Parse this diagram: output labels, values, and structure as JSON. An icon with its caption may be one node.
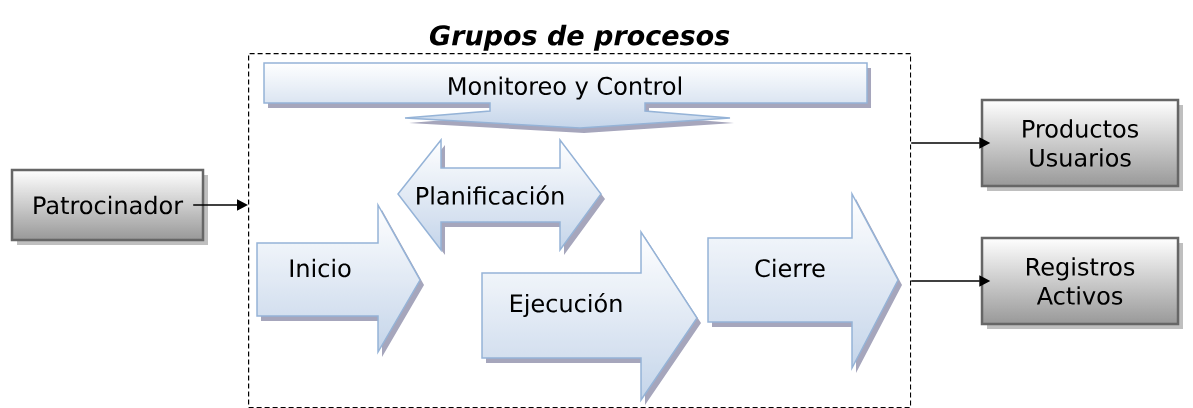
{
  "diagram": {
    "nodes": [
      {
        "text": [
          "Patrocinador"
        ]
      },
      {
        "text": [
          "Grupos de procesos"
        ]
      },
      {
        "text": [
          "Monitoreo y Control"
        ],
        "in": 1
      },
      {
        "text": [
          "Planificación"
        ],
        "in": 1
      },
      {
        "text": [
          "Inicio"
        ],
        "in": 1
      },
      {
        "text": [
          "Ejecución"
        ],
        "in": 1
      },
      {
        "text": [
          "Cierre"
        ],
        "in": 1
      },
      {
        "text": [
          "Productos Usuarios"
        ]
      },
      {
        "text": [
          "Registros Activos"
        ]
      }
    ],
    "edges": [
      {
        "from": 0,
        "to": 1,
        "arrow": "to"
      },
      {
        "from": 1,
        "to": 7,
        "arrow": "to"
      },
      {
        "from": 1,
        "to": 8,
        "arrow": "to"
      }
    ]
  }
}
